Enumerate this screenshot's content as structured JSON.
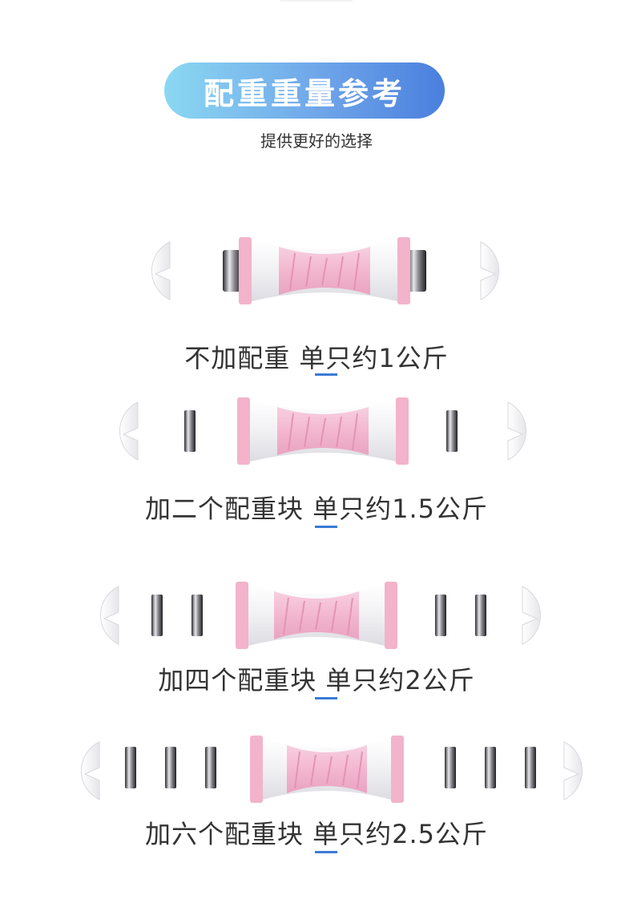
{
  "header": {
    "title": "配重重量参考",
    "subtitle": "提供更好的选择"
  },
  "colors": {
    "pill_start": "#8bd8f2",
    "pill_end": "#4a7fde",
    "accent_line": "#3a7bd5",
    "grip_pink": "#f3b7cf",
    "body_white": "#f4f4f6"
  },
  "options": [
    {
      "caption": "不加配重 单只约1公斤",
      "plates_per_side": 0
    },
    {
      "caption": "加二个配重块 单只约1.5公斤",
      "plates_per_side": 1
    },
    {
      "caption": "加四个配重块 单只约2公斤",
      "plates_per_side": 2
    },
    {
      "caption": "加六个配重块 单只约2.5公斤",
      "plates_per_side": 3
    }
  ]
}
